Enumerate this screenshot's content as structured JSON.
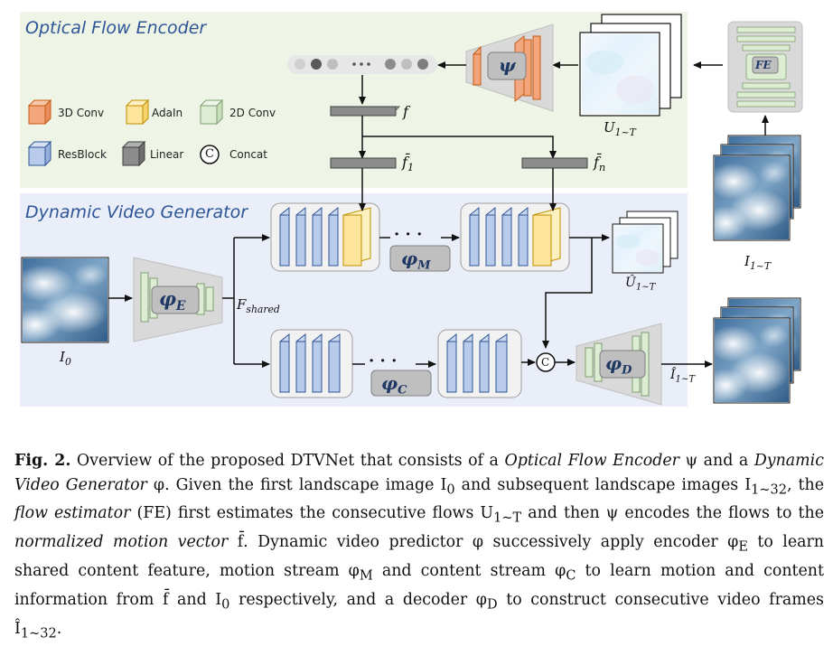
{
  "encoder": {
    "title": "Optical Flow Encoder",
    "psi_symbol": "ψ",
    "f_label": "f",
    "f1_label": "f̄",
    "f1_sub": "1",
    "fn_label": "f̄",
    "fn_sub": "n",
    "flows_label": "U",
    "flows_sub": "1~T",
    "fe_label": "FE"
  },
  "legend": [
    {
      "label": "3D Conv",
      "color": "#f4a57c"
    },
    {
      "label": "AdaIn",
      "color": "#fde49b"
    },
    {
      "label": "2D Conv",
      "color": "#dcedd3"
    },
    {
      "label": "ResBlock",
      "color": "#b9cbea"
    },
    {
      "label": "Linear",
      "color": "#8c8c8c"
    },
    {
      "label": "Concat",
      "symbol": "C"
    }
  ],
  "generator": {
    "title": "Dynamic Video Generator",
    "input_label": "I",
    "input_sub": "0",
    "encoder_symbol": "φ",
    "encoder_sub": "E",
    "shared_label": "F",
    "shared_sub": "shared",
    "motion_symbol": "φ",
    "motion_sub": "M",
    "content_symbol": "φ",
    "content_sub": "C",
    "decoder_symbol": "φ",
    "decoder_sub": "D",
    "pred_flow_label": "Û",
    "pred_flow_sub": "1~T",
    "output_label": "Î",
    "output_sub": "1~T",
    "concat_symbol": "C",
    "dots": "· · ·"
  },
  "side": {
    "frames_label": "I",
    "frames_sub": "1~T"
  },
  "caption": {
    "fig_label": "Fig. 2.",
    "p1": " Overview of the proposed DTVNet that consists of a ",
    "e1": "Optical Flow Encoder",
    "p2": " ψ and a ",
    "e2": "Dynamic Video Generator",
    "p3": " φ. Given the first landscape image I",
    "s3": "0",
    "p4": " and subsequent landscape images I",
    "s4": "1~32",
    "p5": ", the ",
    "e5": "flow estimator",
    "p6": " (FE) first estimates the consecutive flows U",
    "s6": "1~T",
    "p7": " and then ψ encodes the flows to the ",
    "e7": "normalized motion vector",
    "p8": " f̄. Dynamic video predictor φ successively apply encoder φ",
    "s8": "E",
    "p9": " to learn shared content feature, motion stream φ",
    "s9": "M",
    "p10": " and content stream φ",
    "s10": "C",
    "p11": " to learn motion and content information from f̄ and I",
    "s11": "0",
    "p12": " respectively, and a decoder φ",
    "s12": "D",
    "p13": " to construct consecutive video frames Î",
    "s13": "1~32",
    "p14": "."
  }
}
